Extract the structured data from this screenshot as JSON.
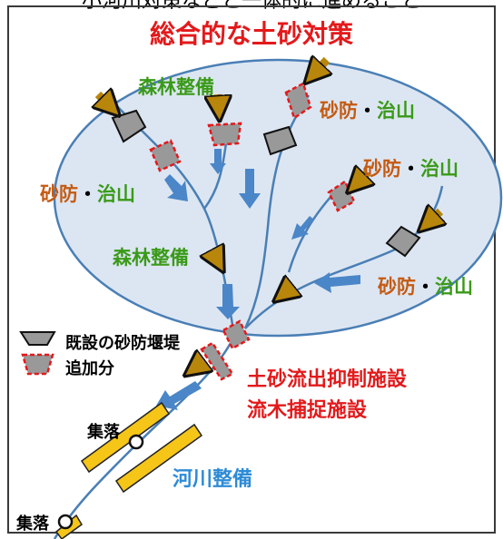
{
  "header_caption": "小河川対策などと一体的に進めること",
  "title": "総合的な土砂対策",
  "labels": {
    "shinrin_seibi_1": "森林整備",
    "shinrin_seibi_2": "森林整備",
    "sabo_chisan": [
      {
        "sabo": "砂防",
        "sep": "・",
        "chisan": "治山"
      },
      {
        "sabo": "砂防",
        "sep": "・",
        "chisan": "治山"
      },
      {
        "sabo": "砂防",
        "sep": "・",
        "chisan": "治山"
      },
      {
        "sabo": "砂防",
        "sep": "・",
        "chisan": "治山"
      }
    ],
    "facility_1": "土砂流出抑制施設",
    "facility_2": "流木捕捉施設",
    "river": "河川整備",
    "village_1": "集落",
    "village_2": "集落"
  },
  "legend": {
    "existing": "既設の砂防堰堤",
    "added": "追加分"
  },
  "colors": {
    "title": "#e3191b",
    "sabo": "#c55a11",
    "chisan": "#3a9a18",
    "river_label": "#2e8bd6",
    "ellipse_fill": "#dce6f2",
    "ellipse_stroke": "#4a7fb5",
    "gold_arrow": "#b8860b",
    "blue_arrow": "#4a86c8",
    "dam_fill": "#999999",
    "added_border": "#e3191b",
    "levee": "#f5c518"
  },
  "icons": [
    "gold-arrow-icon",
    "blue-arrow-icon",
    "existing-dam-icon",
    "added-dam-icon",
    "village-icon",
    "levee-icon"
  ]
}
